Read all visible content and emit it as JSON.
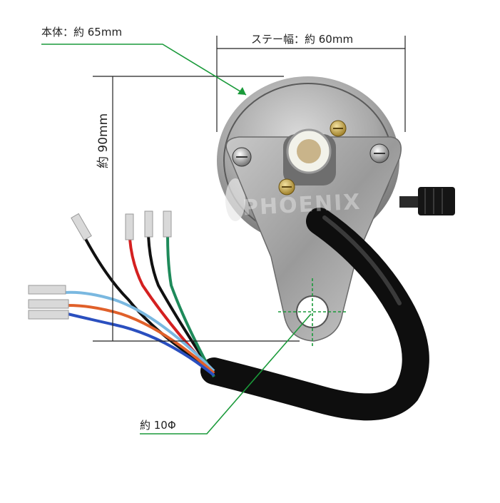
{
  "annotations": {
    "body_size": "本体：約 65mm",
    "stay_width": "ステー幅：約 60mm",
    "height": "約 90mm",
    "hole": "約 10Φ"
  },
  "watermark": "PHOENIX",
  "colors": {
    "leader_line": "#1a9a3a",
    "dimension_line": "#222222",
    "wire_black": "#111111",
    "wire_red": "#d42020",
    "wire_green": "#1e8a5a",
    "wire_blue": "#2a4fbf",
    "wire_orange": "#e0602a",
    "wire_lightblue": "#7ab8e0"
  },
  "icons": [
    "speedometer-gauge-photo",
    "cable-harness",
    "connector-terminal"
  ]
}
